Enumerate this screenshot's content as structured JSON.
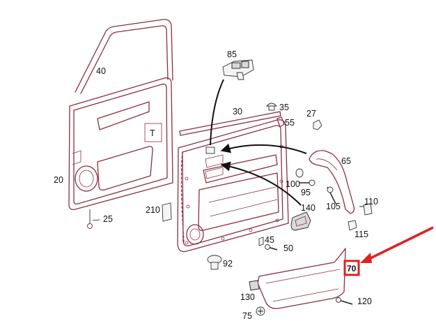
{
  "labels": {
    "p40": "40",
    "p85": "85",
    "p30": "30",
    "p35": "35",
    "p55": "55",
    "p27": "27",
    "pT": "T",
    "p20": "20",
    "p25": "25",
    "p210": "210",
    "p65": "65",
    "p100": "100",
    "p95": "95",
    "p105": "105",
    "p110": "110",
    "p140": "140",
    "p115": "115",
    "p45": "45",
    "p50": "50",
    "p92": "92",
    "p70": "70",
    "p130": "130",
    "p120": "120",
    "p75": "75"
  },
  "colors": {
    "part_outline": "#8a2f42",
    "highlight": "#e02020",
    "text": "#111111"
  },
  "highlight": {
    "target": "70",
    "marker": "red-box-and-arrow"
  }
}
